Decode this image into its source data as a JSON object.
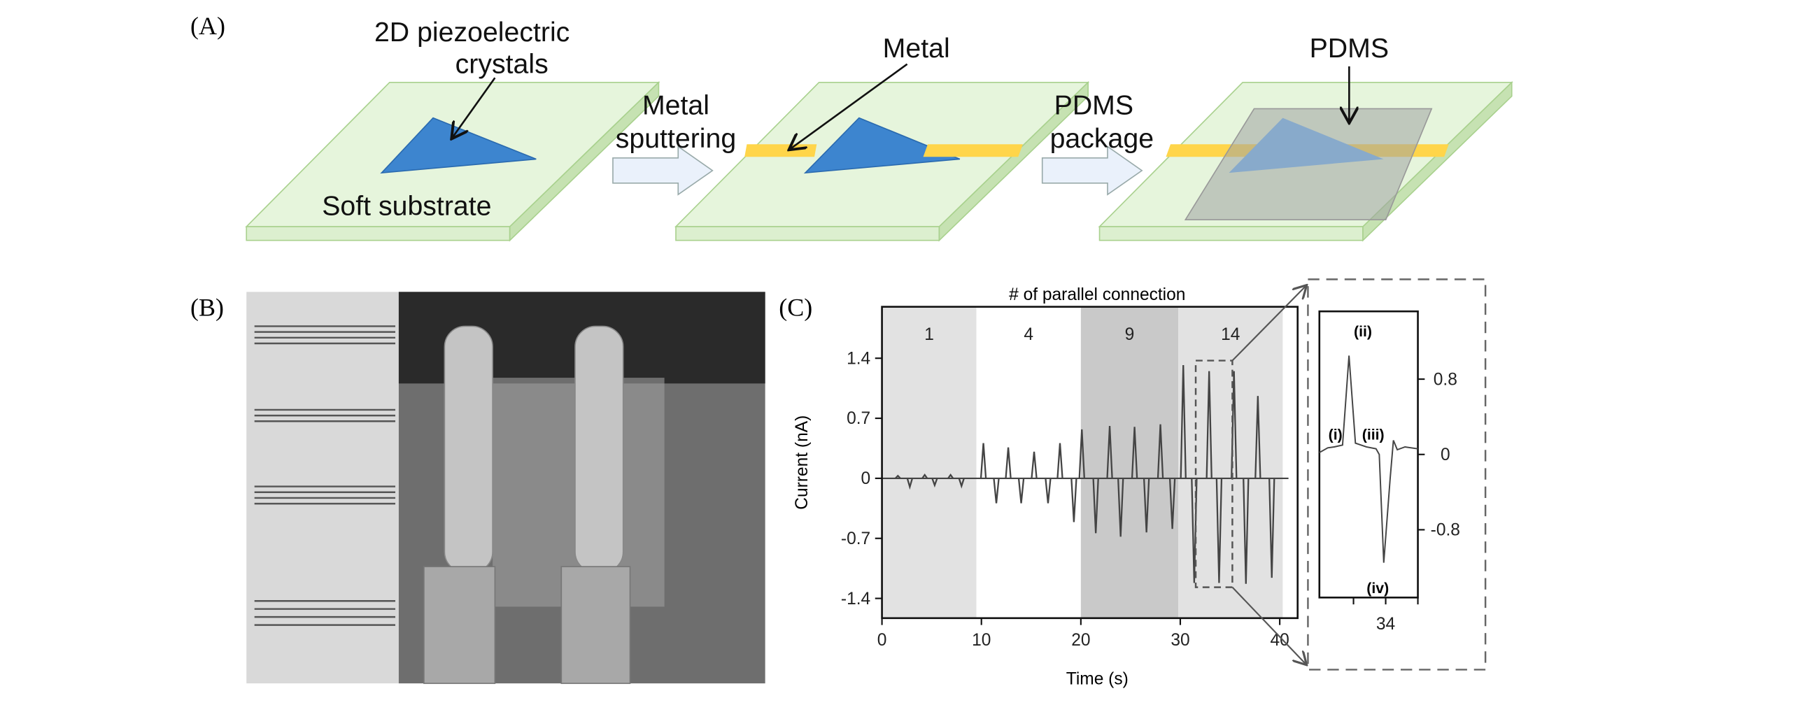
{
  "panel_labels": {
    "a": "(A)",
    "b": "(B)",
    "c": "(C)"
  },
  "panel_a": {
    "crystals_line1": "2D piezoelectric",
    "crystals_line2": "crystals",
    "substrate": "Soft substrate",
    "step1_line1": "Metal",
    "step1_line2": "sputtering",
    "metal": "Metal",
    "step2_line1": "PDMS",
    "step2_line2": "package",
    "pdms": "PDMS",
    "colors": {
      "substrate": "#e6f5dc",
      "substrate_edge": "#a9d18e",
      "crystal": "#3d85cf",
      "metal": "#ffd54a",
      "pdms": "#b0b4b4",
      "arrow_fill": "#eaf1fb"
    }
  },
  "chart_data": [
    {
      "type": "line",
      "title": "# of parallel connection",
      "xlabel": "Time (s)",
      "ylabel": "Current (nA)",
      "xlim": [
        0,
        41.8
      ],
      "ylim": [
        -1.63,
        2.0
      ],
      "xticks": [
        0,
        10,
        20,
        30,
        40
      ],
      "xtick_labels": [
        "0",
        "10",
        "20",
        "30",
        "40"
      ],
      "yticks": [
        1.4,
        0.7,
        0,
        -0.7,
        -1.4
      ],
      "ytick_labels": [
        "1.4",
        "0.7",
        "0",
        "-0.7",
        "-1.4"
      ],
      "bands": [
        {
          "label": "1",
          "x": [
            0,
            9.5
          ],
          "color": "#e2e2e2"
        },
        {
          "label": "4",
          "x": [
            9.5,
            20
          ],
          "color": "#ffffff"
        },
        {
          "label": "9",
          "x": [
            20,
            29.8
          ],
          "color": "#c9c9c9"
        },
        {
          "label": "14",
          "x": [
            29.8,
            40.3
          ],
          "color": "#e2e2e2"
        }
      ],
      "positive_peaks": [
        [
          1.6,
          0.03
        ],
        [
          4.3,
          0.04
        ],
        [
          6.9,
          0.04
        ],
        [
          10.2,
          0.41
        ],
        [
          12.7,
          0.36
        ],
        [
          15.3,
          0.31
        ],
        [
          17.9,
          0.41
        ],
        [
          20.1,
          0.57
        ],
        [
          22.9,
          0.61
        ],
        [
          25.4,
          0.6
        ],
        [
          28.0,
          0.63
        ],
        [
          30.3,
          1.32
        ],
        [
          32.9,
          1.25
        ],
        [
          35.4,
          1.25
        ],
        [
          37.8,
          0.96
        ]
      ],
      "negative_peaks": [
        [
          2.8,
          -0.1
        ],
        [
          5.3,
          -0.08
        ],
        [
          8.0,
          -0.09
        ],
        [
          11.5,
          -0.29
        ],
        [
          14.0,
          -0.29
        ],
        [
          16.7,
          -0.29
        ],
        [
          19.3,
          -0.51
        ],
        [
          21.5,
          -0.64
        ],
        [
          24.0,
          -0.68
        ],
        [
          26.6,
          -0.63
        ],
        [
          29.2,
          -0.59
        ],
        [
          31.4,
          -1.22
        ],
        [
          33.9,
          -1.22
        ],
        [
          36.6,
          -1.23
        ],
        [
          39.2,
          -1.16
        ]
      ],
      "line_color": "#444444"
    },
    {
      "type": "line",
      "xlim": [
        32.97,
        34.5
      ],
      "ylim": [
        -1.52,
        1.52
      ],
      "xticks": [
        33.5,
        34,
        34.5
      ],
      "xtick_labels": [
        "",
        "34",
        ""
      ],
      "yticks": [
        0.8,
        0,
        -0.8
      ],
      "ytick_labels": [
        "0.8",
        "0",
        "-0.8"
      ],
      "points": [
        [
          32.97,
          0.02
        ],
        [
          33.1,
          0.07
        ],
        [
          33.2,
          0.08
        ],
        [
          33.33,
          0.1
        ],
        [
          33.43,
          1.05
        ],
        [
          33.53,
          0.12
        ],
        [
          33.7,
          0.08
        ],
        [
          33.85,
          0.06
        ],
        [
          33.9,
          0.0
        ],
        [
          33.97,
          -1.15
        ],
        [
          34.07,
          -0.25
        ],
        [
          34.12,
          0.15
        ],
        [
          34.18,
          0.05
        ],
        [
          34.3,
          0.08
        ],
        [
          34.5,
          0.06
        ]
      ],
      "annotations": [
        {
          "text": "(i)"
        },
        {
          "text": "(ii)"
        },
        {
          "text": "(iii)"
        },
        {
          "text": "(iv)"
        }
      ]
    }
  ]
}
